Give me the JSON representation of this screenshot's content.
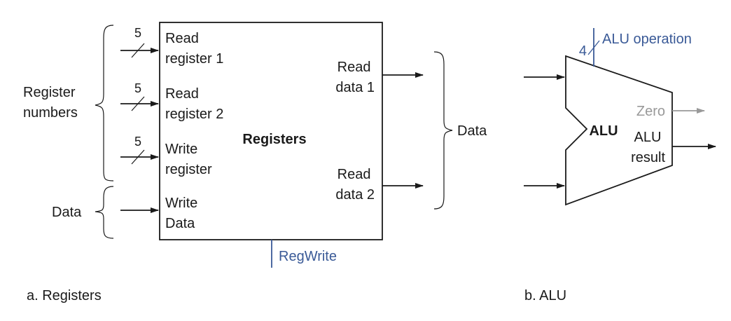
{
  "registers": {
    "block_label": "Registers",
    "inputs": {
      "read_register_1": [
        "Read",
        "register 1"
      ],
      "read_register_2": [
        "Read",
        "register 2"
      ],
      "write_register": [
        "Write",
        "register"
      ],
      "write_data": [
        "Write",
        "Data"
      ]
    },
    "outputs": {
      "read_data_1": [
        "Read",
        "data 1"
      ],
      "read_data_2": [
        "Read",
        "data 2"
      ]
    },
    "bus_widths": [
      "5",
      "5",
      "5"
    ],
    "control": "RegWrite",
    "brace_labels": {
      "register_numbers": [
        "Register",
        "numbers"
      ],
      "input_data": "Data",
      "output_data": "Data"
    },
    "caption": "a. Registers"
  },
  "alu": {
    "block_label": "ALU",
    "operation_width": "4",
    "operation_label": "ALU operation",
    "zero_label": "Zero",
    "result_label": [
      "ALU",
      "result"
    ],
    "caption": "b. ALU"
  },
  "colors": {
    "line": "#1a1a1a",
    "control": "#3a5a97",
    "muted": "#999999"
  }
}
